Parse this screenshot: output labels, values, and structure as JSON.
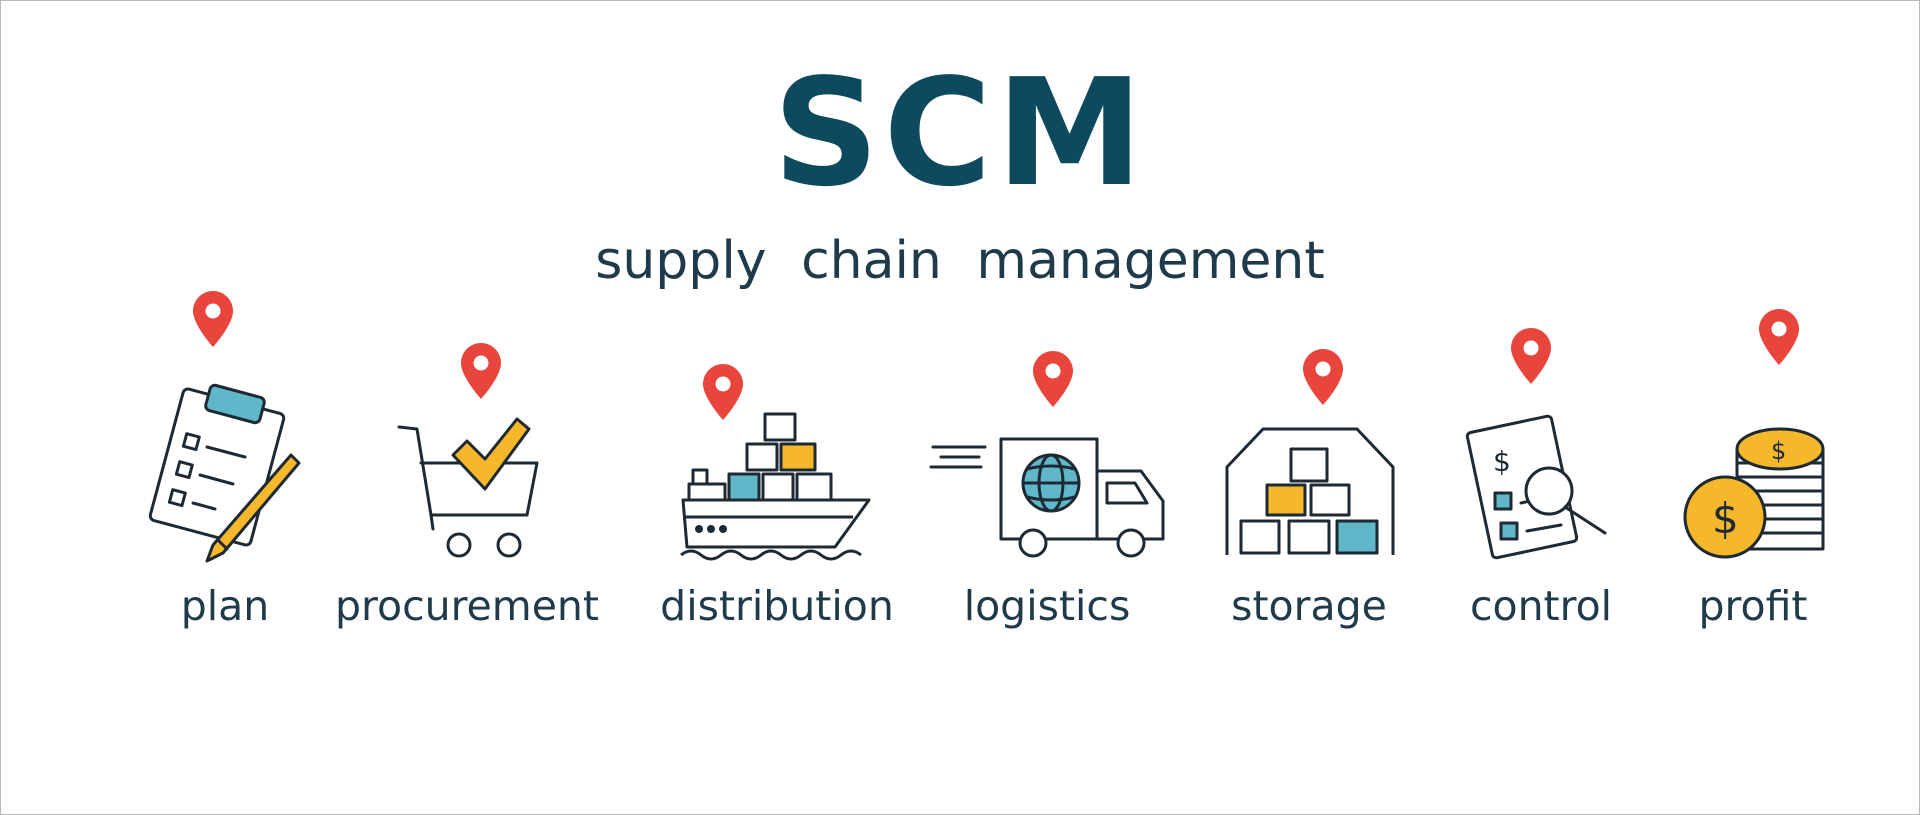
{
  "title": "SCM",
  "subtitle": "supply chain management",
  "colors": {
    "title": "#0e4a5e",
    "text": "#1f3a4a",
    "outline": "#1d2a33",
    "pin": "#e8453c",
    "accent_yellow": "#f6b82b",
    "accent_teal": "#5fb7c9"
  },
  "stages": [
    {
      "label": "plan",
      "icon": "clipboard-checklist-pencil-icon"
    },
    {
      "label": "procurement",
      "icon": "shopping-cart-checkmark-icon"
    },
    {
      "label": "distribution",
      "icon": "cargo-ship-containers-icon"
    },
    {
      "label": "logistics",
      "icon": "delivery-truck-globe-icon"
    },
    {
      "label": "storage",
      "icon": "warehouse-boxes-icon"
    },
    {
      "label": "control",
      "icon": "document-magnifier-icon"
    },
    {
      "label": "profit",
      "icon": "coin-stack-dollar-icon"
    }
  ]
}
